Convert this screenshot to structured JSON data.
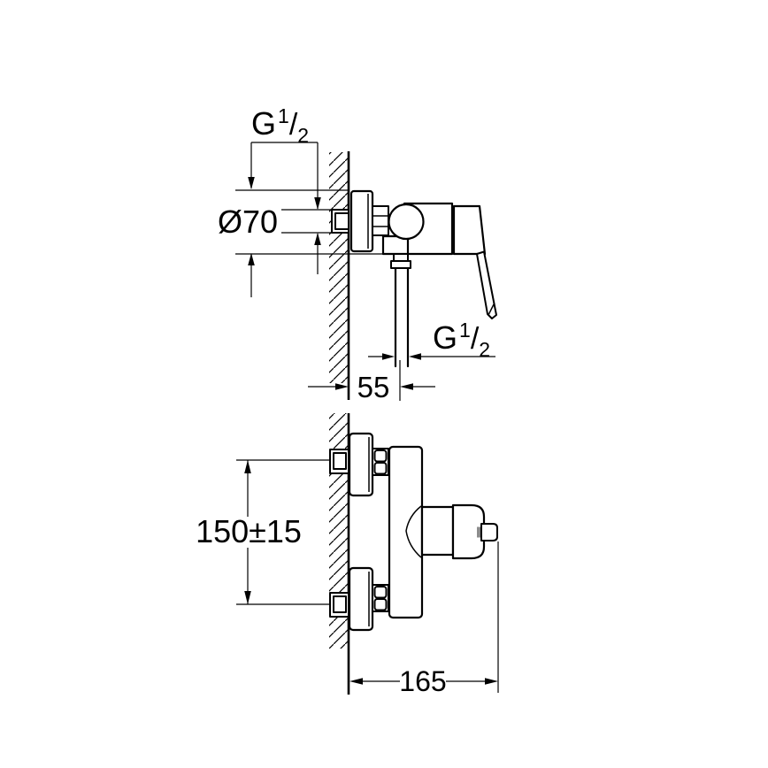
{
  "page": {
    "background": "#ffffff",
    "ink": "#000000"
  },
  "drawing": {
    "side_view": {
      "labels": {
        "inlet_thread": {
          "base": "G",
          "sup": "1",
          "slash": "/",
          "sub": "2"
        },
        "escutcheon_diameter": "Ø70",
        "outlet_thread": {
          "base": "G",
          "sup": "1",
          "slash": "/",
          "sub": "2"
        },
        "wall_to_outlet_mm": "55"
      }
    },
    "front_view": {
      "labels": {
        "inlet_center_distance_mm": "150±15",
        "wall_to_handle_tip_mm": "165"
      }
    }
  }
}
